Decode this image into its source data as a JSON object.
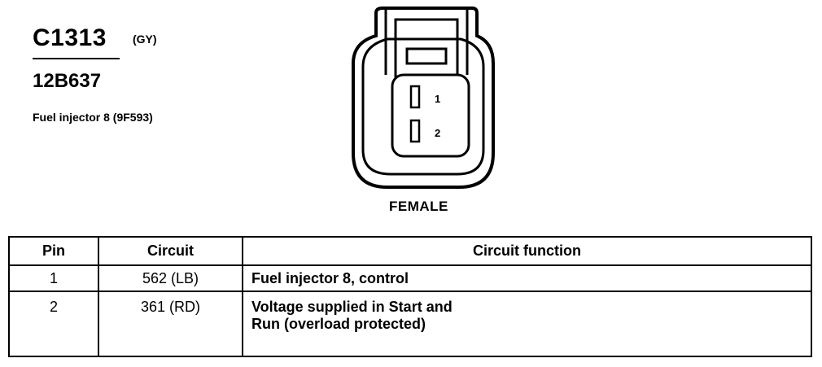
{
  "connector": {
    "code": "C1313",
    "color_code": "(GY)",
    "part_number": "12B637",
    "description": "Fuel injector 8 (9F593)",
    "gender": "FEMALE",
    "pin_labels": [
      "1",
      "2"
    ]
  },
  "table": {
    "headers": [
      "Pin",
      "Circuit",
      "Circuit function"
    ],
    "rows": [
      {
        "pin": "1",
        "circuit": "562 (LB)",
        "function_lines": [
          "Fuel injector 8, control"
        ]
      },
      {
        "pin": "2",
        "circuit": "361 (RD)",
        "function_lines": [
          "Voltage supplied in Start and",
          "Run (overload protected)"
        ]
      }
    ]
  }
}
